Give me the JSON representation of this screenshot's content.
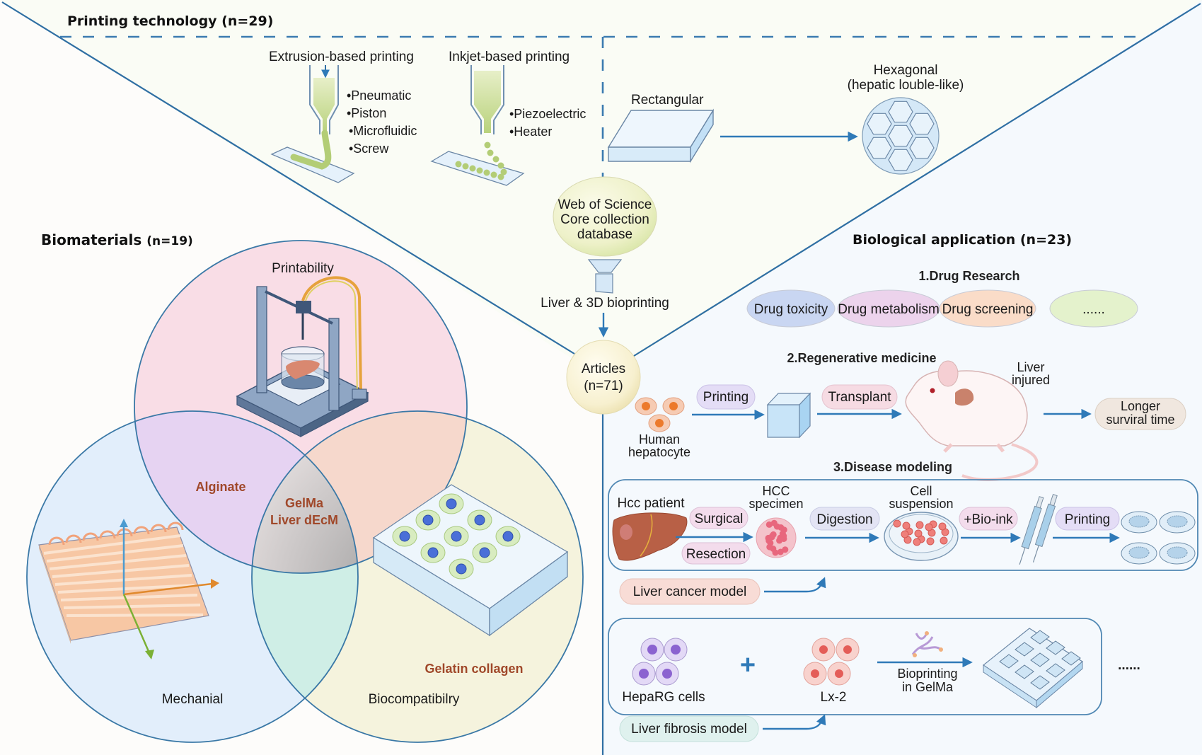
{
  "sections": {
    "printing_technology": {
      "title": "Printing technology (n=29)",
      "extrusion": {
        "title": "Extrusion-based printing",
        "methods": [
          "•Pneumatic",
          "•Piston",
          "•Microfluidic",
          "•Screw"
        ]
      },
      "inkjet": {
        "title": "Inkjet-based printing",
        "methods": [
          "•Piezoelectric",
          "•Heater"
        ]
      },
      "shapes": {
        "rectangular": "Rectangular",
        "hexagonal_line1": "Hexagonal",
        "hexagonal_line2": "(hepatic louble-like)"
      }
    },
    "center": {
      "database_lines": [
        "Web of Science",
        "Core collection",
        "database"
      ],
      "filter_label": "Liver & 3D bioprinting",
      "articles_lines": [
        "Articles",
        "(n=71)"
      ]
    },
    "biomaterials": {
      "title_main": "Biomaterials",
      "title_count": "(n=19)",
      "circles": {
        "top": "Printability",
        "bottom_left": "Mechanial",
        "bottom_right": "Biocompatibilry"
      },
      "materials": {
        "top_left_overlap": "Alginate",
        "center_line1": "GelMa",
        "center_line2": "Liver dEcM",
        "bottom_right": "Gelatin collagen"
      }
    },
    "biological_application": {
      "title": "Biological application (n=23)",
      "drug_research": {
        "title": "1.Drug Research",
        "items": [
          {
            "label": "Drug toxicity",
            "color": "#c9d6f2"
          },
          {
            "label": "Drug metabolism",
            "color": "#ecd3ec"
          },
          {
            "label": "Drug screening",
            "color": "#fadcc8"
          },
          {
            "label": "......",
            "color": "#e4f2cc"
          }
        ]
      },
      "regenerative": {
        "title": "2.Regenerative medicine",
        "cell_label_line1": "Human",
        "cell_label_line2": "hepatocyte",
        "step1": "Printing",
        "step2": "Transplant",
        "mouse_label_line1": "Liver",
        "mouse_label_line2": "injured",
        "outcome_line1": "Longer",
        "outcome_line2": "surviral time"
      },
      "disease_modeling": {
        "title": "3.Disease modeling",
        "cancer": {
          "patient": "Hcc patient",
          "step_surgical": "Surgical",
          "step_resection": "Resection",
          "specimen_line1": "HCC",
          "specimen_line2": "specimen",
          "step_digestion": "Digestion",
          "suspension_line1": "Cell",
          "suspension_line2": "suspension",
          "step_bioink": "+Bio-ink",
          "step_printing": "Printing",
          "model_label": "Liver cancer model"
        },
        "fibrosis": {
          "cells1": "HepaRG cells",
          "plus": "+",
          "cells2": "Lx-2",
          "method_line1": "Bioprinting",
          "method_line2": "in GelMa",
          "more": "......",
          "model_label": "Liver fibrosis model"
        }
      }
    }
  },
  "colors": {
    "line": "#2f6fa3",
    "material_text": "#a0482a",
    "printability_fill": "#f9d9e3",
    "mechanial_fill": "#dbe9f8",
    "biocompat_fill": "#f3f1d8"
  }
}
